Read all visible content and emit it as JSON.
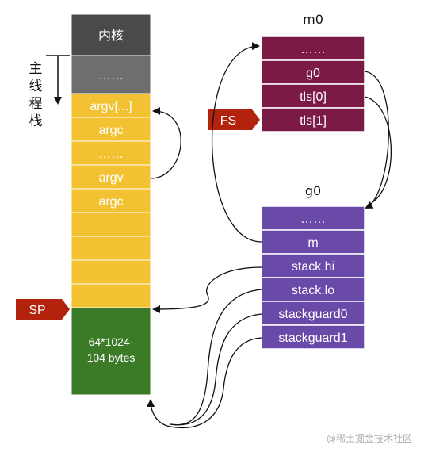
{
  "main_stack": {
    "side_label_chars": [
      "主",
      "线",
      "程",
      "栈"
    ],
    "cells": [
      {
        "text": "内核",
        "color": "#4a4a4a"
      },
      {
        "text": "……",
        "color": "#6e6e6e"
      },
      {
        "text": "argv[...]",
        "color": "#f2c232"
      },
      {
        "text": "argc",
        "color": "#f2c232"
      },
      {
        "text": "……",
        "color": "#f2c232"
      },
      {
        "text": "argv",
        "color": "#f2c232"
      },
      {
        "text": "argc",
        "color": "#f2c232"
      },
      {
        "text": "",
        "color": "#f2c232"
      },
      {
        "text": "",
        "color": "#f2c232"
      },
      {
        "text": "",
        "color": "#f2c232"
      },
      {
        "text": "",
        "color": "#f2c232"
      }
    ],
    "bottom_block": {
      "line1": "64*1024-",
      "line2": "104 bytes",
      "color": "#3b7a27"
    }
  },
  "m0": {
    "title": "m0",
    "color": "#7a1a45",
    "cells": [
      "……",
      "g0",
      "tls[0]",
      "tls[1]"
    ]
  },
  "g0": {
    "title": "g0",
    "color": "#6a4aa8",
    "cells": [
      "……",
      "m",
      "stack.hi",
      "stack.lo",
      "stackguard0",
      "stackguard1"
    ]
  },
  "pointers": {
    "sp": {
      "text": "SP",
      "color": "#b3220c"
    },
    "fs": {
      "text": "FS",
      "color": "#b3220c"
    }
  },
  "watermark": "@稀土掘金技术社区"
}
